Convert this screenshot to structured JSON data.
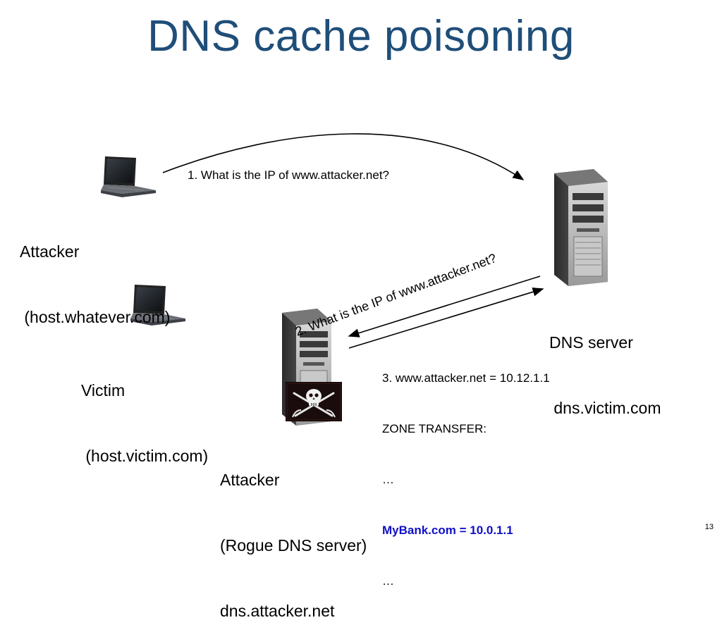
{
  "title": "DNS cache poisoning",
  "nodes": {
    "attacker_host": {
      "line1": "Attacker",
      "line2": " (host.whatever.com)"
    },
    "victim": {
      "line1": "Victim",
      "line2": " (host.victim.com)"
    },
    "dns_server": {
      "line1": "DNS server",
      "line2": " dns.victim.com"
    },
    "rogue_dns": {
      "line1": "Attacker",
      "line2": "(Rogue DNS server)",
      "line3": "dns.attacker.net"
    }
  },
  "messages": {
    "step1": "1. What is the IP of www.attacker.net?",
    "step2": "2. What is the IP of www.attacker.net?",
    "step3": {
      "line1": "3. www.attacker.net = 10.12.1.1",
      "line2": "ZONE TRANSFER:",
      "line3": "…",
      "line4": "MyBank.com = 10.0.1.1",
      "line5": "…"
    }
  },
  "colors": {
    "title": "#1f4e79",
    "highlight": "#1010c8"
  },
  "icons": {
    "attacker_host": "laptop-icon",
    "victim": "laptop-icon",
    "dns_server": "server-tower-icon",
    "rogue_dns": "server-tower-icon",
    "pirate_flag": "skull-crossed-swords-icon"
  },
  "page_number": "13"
}
